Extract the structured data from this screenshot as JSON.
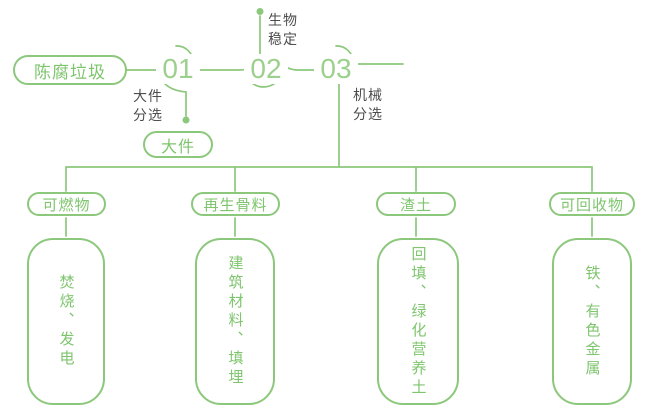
{
  "colors": {
    "line_green": "#8CC87B",
    "number_green": "#9CD08C",
    "text_green": "#7EC56D",
    "label_dark": "#4D4D4D"
  },
  "flow": {
    "source": "陈腐垃圾",
    "steps": [
      {
        "number": "01",
        "label": "大件\n分选",
        "output": "大件"
      },
      {
        "number": "02",
        "label": "生物\n稳定"
      },
      {
        "number": "03",
        "label": "机械\n分选"
      }
    ],
    "branches": [
      {
        "category": "可燃物",
        "detail": "焚烧、发电"
      },
      {
        "category": "再生骨料",
        "detail": "建筑材料、填埋"
      },
      {
        "category": "渣土",
        "detail": "回填、绿化营养土"
      },
      {
        "category": "可回收物",
        "detail": "铁、有色金属"
      }
    ]
  }
}
